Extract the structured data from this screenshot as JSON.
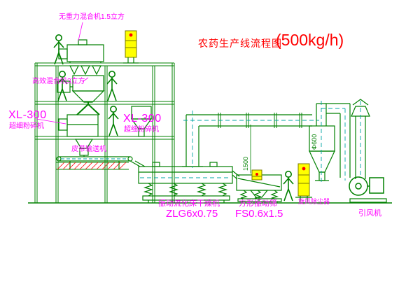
{
  "title": {
    "text": "农药生产线流程图",
    "capacity": "(500kg/h)"
  },
  "labels": {
    "mixer_top": "无重力混合机1.5立方",
    "mixer_high": "高效混合机3立方",
    "mill_left_model": "XL-300",
    "mill_left_name": "超细粉碎机",
    "mill_mid_model": "XL-300",
    "mill_mid_name": "超细粉碎机",
    "belt_conveyor": "皮带输送机",
    "dryer_name": "振动流化床干燥机",
    "dryer_model": "ZLG6x0.75",
    "sieve_name": "方形振动筛",
    "sieve_model": "FS0.6x1.5",
    "cyclone_name": "旋风除尘器",
    "fan_name": "引风机",
    "dim_sieve_height": "1500",
    "dim_cyclone_dia": "Φ600"
  },
  "colors": {
    "line_green": "#008000",
    "centerline_cyan": "#00A5A5",
    "label_magenta": "#FF00FF",
    "accent_red": "#FF0000",
    "cabinet_yellow": "#FFFF00",
    "background": "#FFFFFF"
  }
}
